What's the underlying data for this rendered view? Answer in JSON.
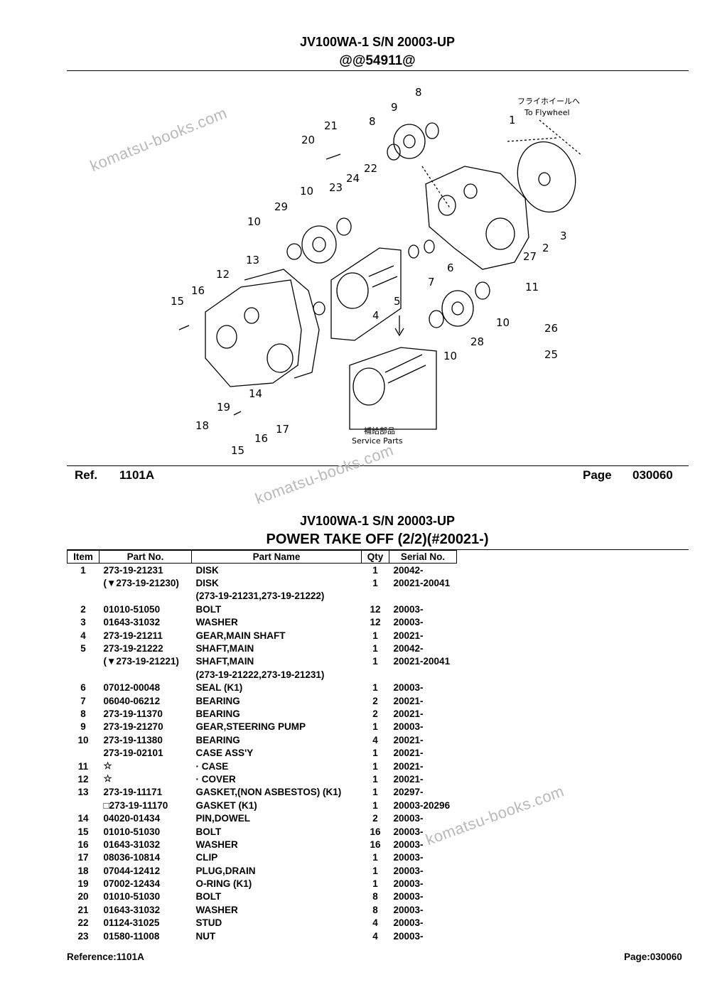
{
  "top_header": {
    "model_line": "JV100WA-1 S/N 20003-UP",
    "code_line": "@@54911@"
  },
  "diagram": {
    "japanese_label": "フライホイールへ",
    "to_flywheel_label": "To Flywheel",
    "service_parts_jp": "補給部品",
    "service_parts_label": "Service Parts",
    "callouts": [
      "1",
      "2",
      "3",
      "4",
      "5",
      "6",
      "7",
      "8",
      "9",
      "10",
      "11",
      "12",
      "13",
      "14",
      "15",
      "16",
      "17",
      "18",
      "19",
      "20",
      "21",
      "22",
      "23",
      "24",
      "25",
      "26",
      "27",
      "28",
      "29"
    ]
  },
  "ref_bar": {
    "ref_label": "Ref.",
    "ref_value": "1101A",
    "page_label": "Page",
    "page_value": "030060"
  },
  "parts_header": {
    "model_line": "JV100WA-1 S/N 20003-UP",
    "section_title": "POWER TAKE OFF (2/2)(#20021-)"
  },
  "table": {
    "columns": [
      "Item",
      "Part No.",
      "Part Name",
      "Qty",
      "Serial No."
    ],
    "rows": [
      {
        "item": "1",
        "part_no": "273-19-21231",
        "name": "DISK",
        "qty": "1",
        "serial": "20042-"
      },
      {
        "item": "",
        "part_no": "(▼273-19-21230)",
        "name": "DISK",
        "qty": "1",
        "serial": "20021-20041"
      },
      {
        "item": "",
        "part_no": "",
        "name": "(273-19-21231,273-19-21222)",
        "qty": "",
        "serial": ""
      },
      {
        "item": "2",
        "part_no": "01010-51050",
        "name": "BOLT",
        "qty": "12",
        "serial": "20003-"
      },
      {
        "item": "3",
        "part_no": "01643-31032",
        "name": "WASHER",
        "qty": "12",
        "serial": "20003-"
      },
      {
        "item": "4",
        "part_no": "273-19-21211",
        "name": "GEAR,MAIN SHAFT",
        "qty": "1",
        "serial": "20021-"
      },
      {
        "item": "5",
        "part_no": "273-19-21222",
        "name": "SHAFT,MAIN",
        "qty": "1",
        "serial": "20042-"
      },
      {
        "item": "",
        "part_no": "(▼273-19-21221)",
        "name": "SHAFT,MAIN",
        "qty": "1",
        "serial": "20021-20041"
      },
      {
        "item": "",
        "part_no": "",
        "name": "(273-19-21222,273-19-21231)",
        "qty": "",
        "serial": ""
      },
      {
        "item": "6",
        "part_no": "07012-00048",
        "name": "SEAL (K1)",
        "qty": "1",
        "serial": "20003-"
      },
      {
        "item": "7",
        "part_no": "06040-06212",
        "name": "BEARING",
        "qty": "2",
        "serial": "20021-"
      },
      {
        "item": "8",
        "part_no": "273-19-11370",
        "name": "BEARING",
        "qty": "2",
        "serial": "20021-"
      },
      {
        "item": "9",
        "part_no": "273-19-21270",
        "name": "GEAR,STEERING PUMP",
        "qty": "1",
        "serial": "20003-"
      },
      {
        "item": "10",
        "part_no": "273-19-11380",
        "name": "BEARING",
        "qty": "4",
        "serial": "20021-"
      },
      {
        "item": "",
        "part_no": "273-19-02101",
        "name": "CASE ASS'Y",
        "qty": "1",
        "serial": "20021-"
      },
      {
        "item": "11",
        "part_no": "☆",
        "name": "· CASE",
        "qty": "1",
        "serial": "20021-"
      },
      {
        "item": "12",
        "part_no": "☆",
        "name": "· COVER",
        "qty": "1",
        "serial": "20021-"
      },
      {
        "item": "13",
        "part_no": "273-19-11171",
        "name": "GASKET,(NON ASBESTOS) (K1)",
        "qty": "1",
        "serial": "20297-"
      },
      {
        "item": "",
        "part_no": "□273-19-11170",
        "name": "GASKET (K1)",
        "qty": "1",
        "serial": "20003-20296"
      },
      {
        "item": "14",
        "part_no": "04020-01434",
        "name": "PIN,DOWEL",
        "qty": "2",
        "serial": "20003-"
      },
      {
        "item": "15",
        "part_no": "01010-51030",
        "name": "BOLT",
        "qty": "16",
        "serial": "20003-"
      },
      {
        "item": "16",
        "part_no": "01643-31032",
        "name": "WASHER",
        "qty": "16",
        "serial": "20003-"
      },
      {
        "item": "17",
        "part_no": "08036-10814",
        "name": "CLIP",
        "qty": "1",
        "serial": "20003-"
      },
      {
        "item": "18",
        "part_no": "07044-12412",
        "name": "PLUG,DRAIN",
        "qty": "1",
        "serial": "20003-"
      },
      {
        "item": "19",
        "part_no": "07002-12434",
        "name": "O-RING (K1)",
        "qty": "1",
        "serial": "20003-"
      },
      {
        "item": "20",
        "part_no": "01010-51030",
        "name": "BOLT",
        "qty": "8",
        "serial": "20003-"
      },
      {
        "item": "21",
        "part_no": "01643-31032",
        "name": "WASHER",
        "qty": "8",
        "serial": "20003-"
      },
      {
        "item": "22",
        "part_no": "01124-31025",
        "name": "STUD",
        "qty": "4",
        "serial": "20003-"
      },
      {
        "item": "23",
        "part_no": "01580-11008",
        "name": "NUT",
        "qty": "4",
        "serial": "20003-"
      }
    ]
  },
  "footer": {
    "reference": "Reference:1101A",
    "page": "Page:030060"
  },
  "watermark": {
    "text": "komatsu-books.com"
  }
}
